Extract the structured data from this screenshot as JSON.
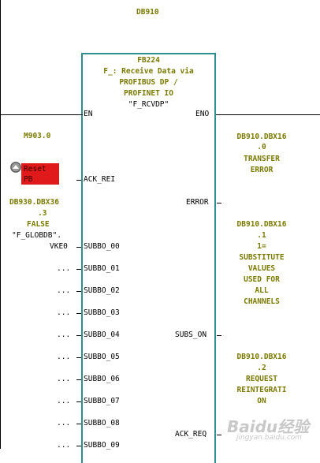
{
  "header": {
    "db_title": "DB910"
  },
  "block": {
    "name": "FB224",
    "description_lines": [
      "F_: Receive Data via",
      "PROFIBUS DP /",
      "PROFINET IO"
    ],
    "symbol": "\"F_RCVDP\"",
    "en": "EN",
    "eno": "ENO"
  },
  "left": {
    "m_contact": "M903.0",
    "reset_lines": [
      "Reset",
      "PB"
    ],
    "ack_rei": "ACK_REI",
    "db930_lines": [
      "DB930.DBX36",
      ".3"
    ],
    "false_text": "FALSE",
    "globdb": "\"F_GLOBDB\".",
    "vkeo": "VKE0",
    "dots": "...",
    "inputs": [
      "SUBBO_00",
      "SUBBO_01",
      "SUBBO_02",
      "SUBBO_03",
      "SUBBO_04",
      "SUBBO_05",
      "SUBBO_06",
      "SUBBO_07",
      "SUBBO_08",
      "SUBBO_09"
    ]
  },
  "right": {
    "error": "ERROR",
    "subs_on": "SUBS_ON",
    "ack_req": "ACK_REQ",
    "out0": {
      "addr_lines": [
        "DB910.DBX16",
        ".0"
      ],
      "desc_lines": [
        "TRANSFER",
        "ERROR"
      ]
    },
    "out1": {
      "addr_lines": [
        "DB910.DBX16",
        ".1"
      ],
      "desc_lines": [
        "1=",
        "SUBSTITUTE",
        "VALUES",
        "USED FOR",
        "ALL",
        "CHANNELS"
      ]
    },
    "out2": {
      "addr_lines": [
        "DB910.DBX16",
        ".2"
      ],
      "desc_lines": [
        "REQUEST",
        "REINTEGRATI",
        "ON"
      ]
    }
  },
  "watermark": {
    "text": "Baidu经验",
    "sub": "jingyan.baidu.com"
  },
  "colors": {
    "olive": "#7a7a00",
    "block_border": "#2f8f8f",
    "reset_bg": "#e01a1a"
  }
}
